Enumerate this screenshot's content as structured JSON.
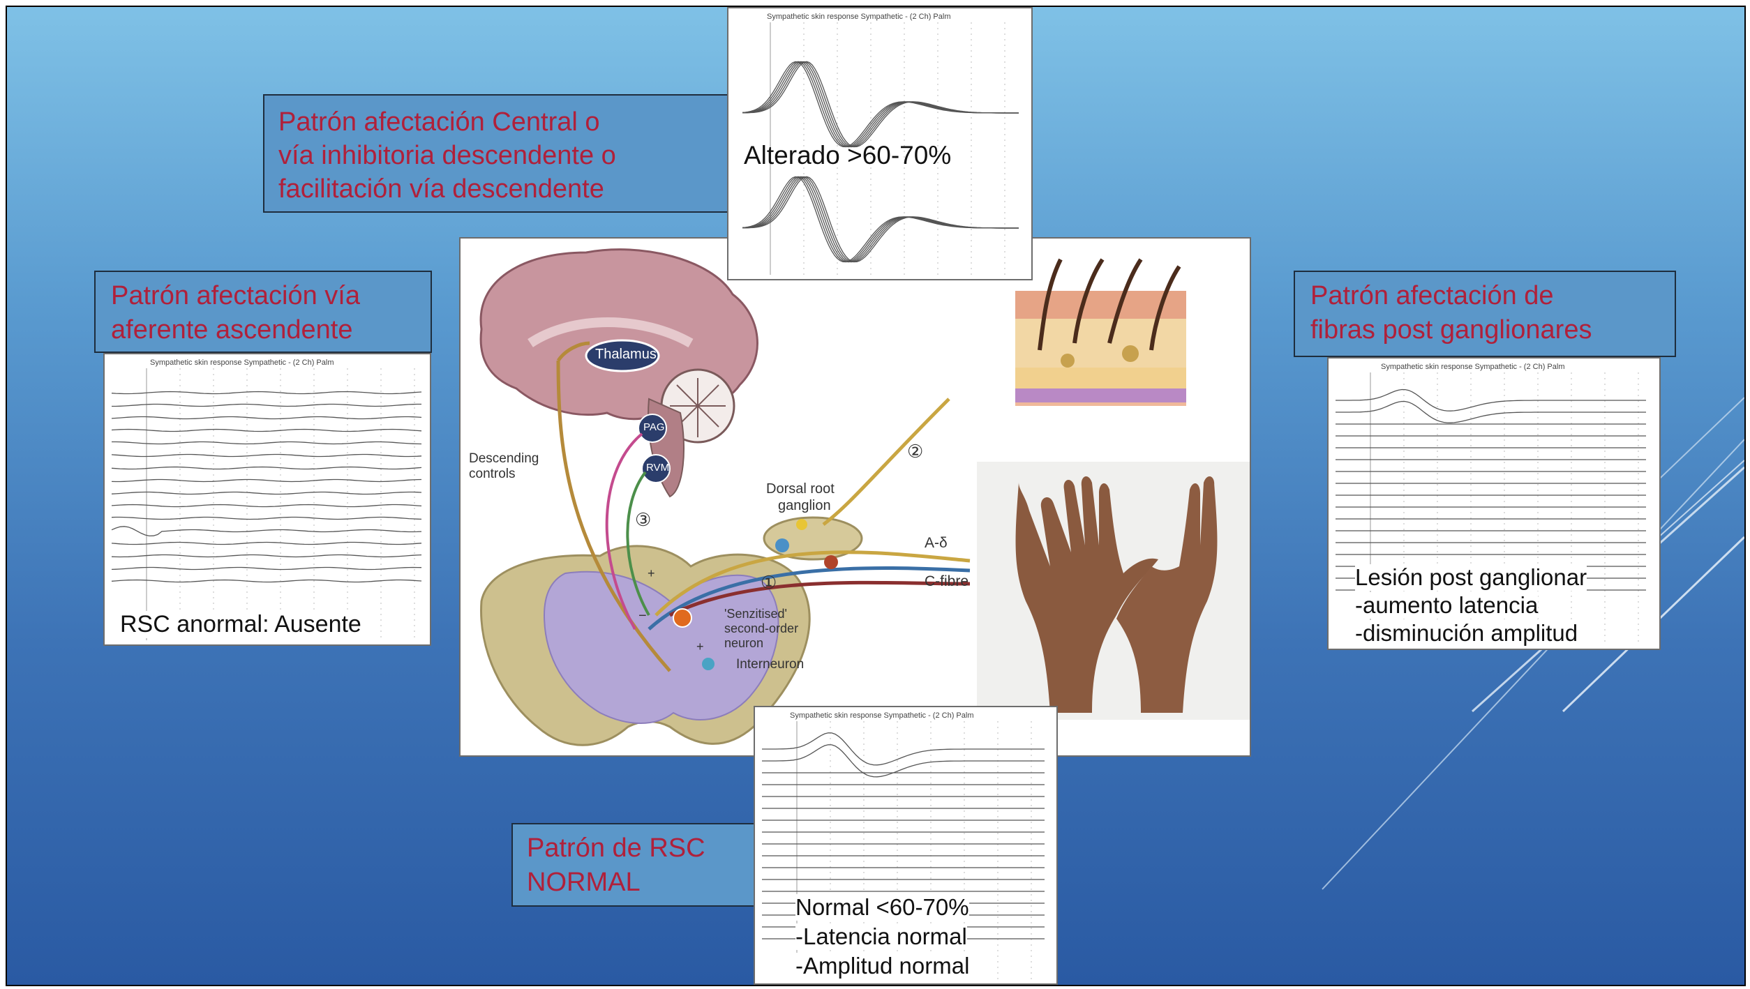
{
  "labels": {
    "central": [
      "Patrón afectación Central  o",
      " vía inhibitoria  descendente o",
      "facilitación  vía descendente"
    ],
    "afferent": [
      "Patrón afectación vía",
      "aferente ascendente"
    ],
    "postganglionic": [
      "Patrón afectación de",
      "fibras post ganglionares"
    ],
    "normal": [
      "Patrón de RSC",
      "NORMAL"
    ]
  },
  "panels": {
    "top": {
      "title": "Sympathetic skin response Sympathetic - (2 Ch) Palm",
      "caption": "Alterado >60-70%"
    },
    "left": {
      "title": "Sympathetic skin response Sympathetic - (2 Ch) Palm",
      "caption": "RSC anormal: Ausente"
    },
    "right": {
      "title": "Sympathetic skin response Sympathetic - (2 Ch) Palm",
      "caption": [
        "Lesión post ganglionar",
        "-aumento latencia",
        "-disminución amplitud"
      ]
    },
    "bottom": {
      "title": "Sympathetic skin response Sympathetic - (2 Ch) Palm",
      "caption": [
        "Normal <60-70%",
        "-Latencia normal",
        "-Amplitud normal"
      ]
    }
  },
  "diagram": {
    "thalamus": "Thalamus",
    "pag": "PAG",
    "rvm": "RVM",
    "descending": [
      "Descending",
      "controls"
    ],
    "drg": [
      "Dorsal root",
      "ganglion"
    ],
    "a_delta": "A-δ",
    "c_fibre": "C-fibre",
    "sensitised": [
      "'Senzitised'",
      "second-order",
      "neuron"
    ],
    "interneuron": "Interneuron",
    "num1": "①",
    "num2": "②",
    "num3": "③",
    "plus": "+",
    "minus": "−"
  },
  "colors": {
    "label_text": "#b0203a",
    "label_bg": "#5b97c9",
    "slide_top": "#7fc1e6",
    "slide_bottom": "#2a5aa3"
  }
}
